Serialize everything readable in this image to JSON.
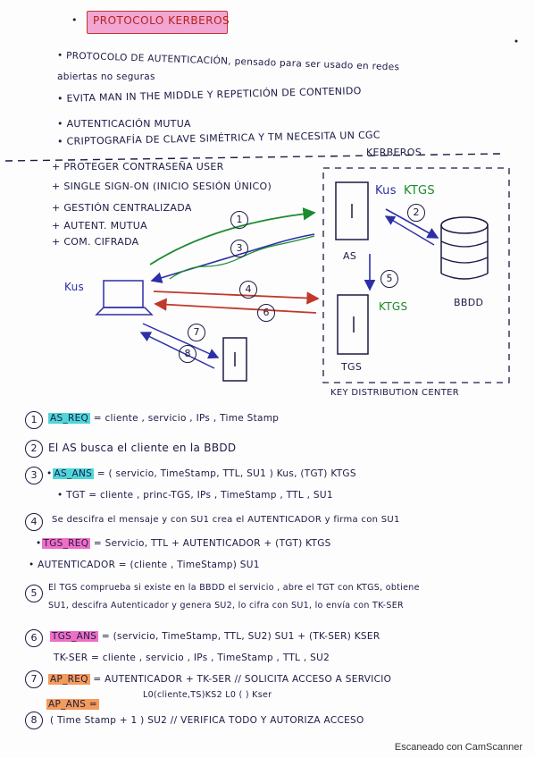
{
  "title": "PROTOCOLO KERBEROS",
  "intro": {
    "line1": "• PROTOCOLO DE AUTENTICACIÓN, pensado para ser usado en redes",
    "line2": "abiertas no seguras",
    "bullets": [
      "• EVITA MAN IN THE MIDDLE Y REPETICIÓN DE CONTENIDO",
      "• AUTENTICACIÓN MUTUA",
      "• CRIPTOGRAFÍA DE CLAVE SIMÉTRICA Y TM NECESITA UN CGC"
    ]
  },
  "features": [
    "+ PROTEGER CONTRASEÑA USER",
    "+ SINGLE SIGN-ON (INICIO SESIÓN ÚNICO)",
    "+ GESTIÓN CENTRALIZADA",
    "+ AUTENT. MUTUA",
    "+ COM. CIFRADA"
  ],
  "diagram": {
    "kerberos_label": "KERBEROS",
    "kdc_label": "KEY DISTRIBUTION CENTER",
    "kus_left": "Kus",
    "as_label": "AS",
    "as_keys_blue": "Kus",
    "as_keys_green": "KTGS",
    "bbdd_label": "BBDD",
    "tgs_label": "TGS",
    "tgs_key": "KTGS",
    "arrows": [
      "1",
      "2",
      "3",
      "4",
      "5",
      "6",
      "7",
      "8"
    ]
  },
  "steps": [
    {
      "num": "1",
      "tag": "AS_REQ",
      "text": "= cliente , servicio , IPs , Time Stamp"
    },
    {
      "num": "2",
      "tag": "",
      "text": "El AS busca el cliente en la BBDD"
    },
    {
      "num": "3",
      "tag": "AS_ANS",
      "text": "= ( servicio, TimeStamp, TTL, SU1 ) Kus, (TGT) KTGS"
    },
    {
      "num": "",
      "tag": "",
      "text": "• TGT = cliente , princ-TGS, IPs , TimeStamp , TTL , SU1"
    },
    {
      "num": "4",
      "tag": "",
      "text": "Se descifra el mensaje y con SU1 crea el AUTENTICADOR y firma con SU1"
    },
    {
      "num": "",
      "tag": "TGS_REQ",
      "text": "= Servicio, TTL + AUTENTICADOR + (TGT) KTGS"
    },
    {
      "num": "",
      "tag": "",
      "text": "• AUTENTICADOR = (cliente , TimeStamp) SU1"
    },
    {
      "num": "5",
      "tag": "",
      "text": "El TGS comprueba si existe en la BBDD el servicio , abre el TGT con KTGS, obtiene"
    },
    {
      "num": "",
      "tag": "",
      "text": "SU1, descifra Autenticador y genera SU2, lo cifra con SU1, lo envía con TK-SER"
    },
    {
      "num": "6",
      "tag": "TGS_ANS",
      "text": "= (servicio, TimeStamp, TTL, SU2) SU1 + (TK-SER) KSER"
    },
    {
      "num": "",
      "tag": "",
      "text": "TK-SER = cliente , servicio , IPs , TimeStamp , TTL , SU2"
    },
    {
      "num": "7",
      "tag": "AP_REQ",
      "text": "= AUTENTICADOR + TK-SER   // SOLICITA ACCESO A SERVICIO"
    },
    {
      "num": "",
      "tag": "",
      "text": "L0(cliente,TS)KS2     L0 ( ) Kser"
    },
    {
      "num": "",
      "tag": "AP_ANS =",
      "text": ""
    },
    {
      "num": "8",
      "tag": "",
      "text": "( Time Stamp + 1 ) SU2  // VERIFICA TODO Y AUTORIZA ACCESO"
    }
  ],
  "footer": "Escaneado con CamScanner",
  "colors": {
    "cyan": "#4fd6d9",
    "pink": "#f06fc6",
    "orange": "#f59b5a",
    "green": "#1c8a2c",
    "red": "#c0392b",
    "blue": "#2b2fa8"
  }
}
